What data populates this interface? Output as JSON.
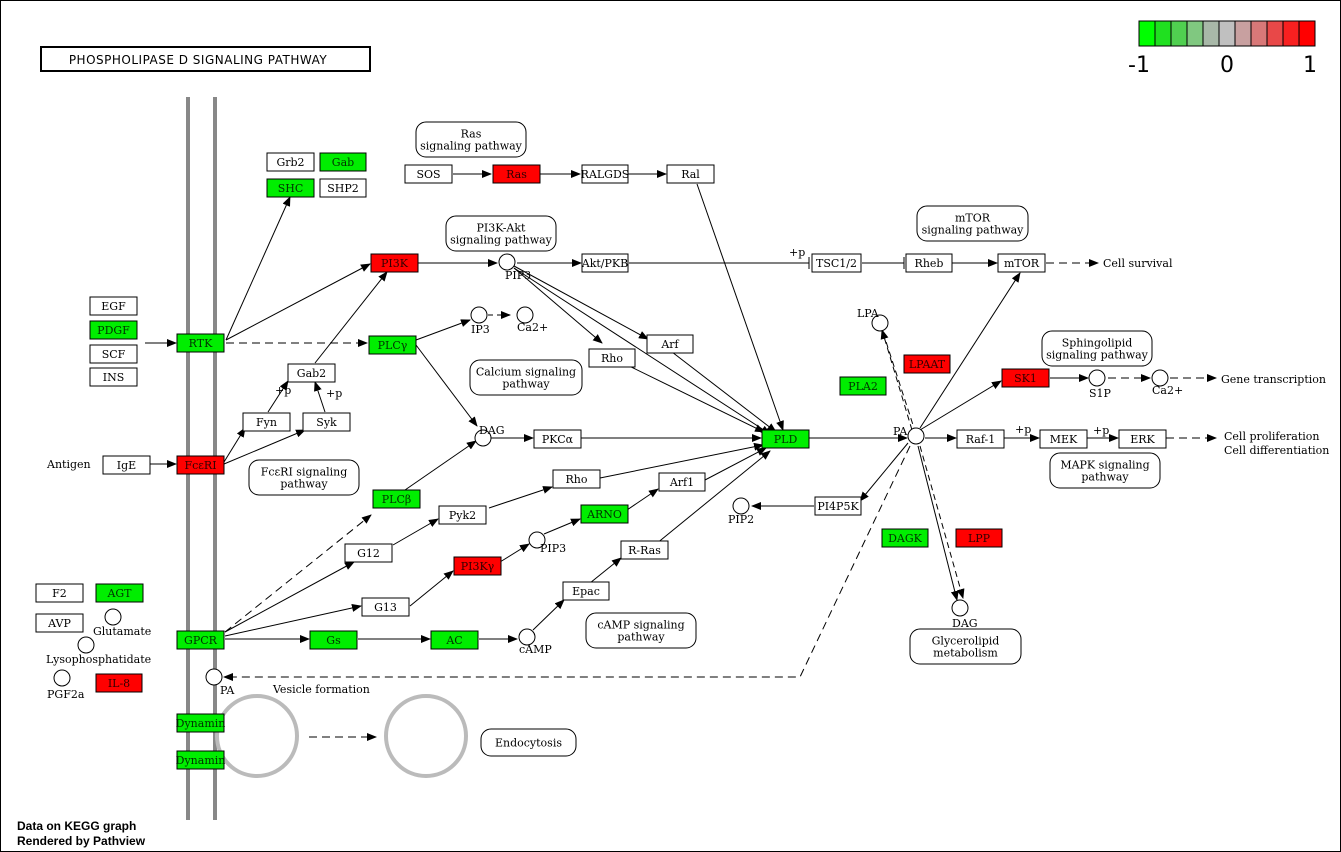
{
  "title": "PHOSPHOLIPASE D SIGNALING PATHWAY",
  "legend": {
    "min_label": "-1",
    "mid_label": "0",
    "max_label": "1",
    "colors": [
      "#00ff00",
      "#20e020",
      "#50d050",
      "#80c880",
      "#a8b8a8",
      "#c0c0c0",
      "#c8a0a0",
      "#d87878",
      "#e84848",
      "#f82020",
      "#ff0000"
    ]
  },
  "footer": {
    "line1": "Data on KEGG graph",
    "line2": "Rendered by Pathview"
  },
  "colors": {
    "up": "#ff0000",
    "down": "#00ee00",
    "none": "#ffffff",
    "membrane": "#888888"
  },
  "genes": [
    {
      "id": "grb2",
      "label": "Grb2",
      "state": "none"
    },
    {
      "id": "gab",
      "label": "Gab",
      "state": "down"
    },
    {
      "id": "shc",
      "label": "SHC",
      "state": "down"
    },
    {
      "id": "shp2",
      "label": "SHP2",
      "state": "none"
    },
    {
      "id": "sos",
      "label": "SOS",
      "state": "none"
    },
    {
      "id": "ras",
      "label": "Ras",
      "state": "up"
    },
    {
      "id": "ralgds",
      "label": "RALGDS",
      "state": "none"
    },
    {
      "id": "ral",
      "label": "Ral",
      "state": "none"
    },
    {
      "id": "pi3k",
      "label": "PI3K",
      "state": "up"
    },
    {
      "id": "aktpkb",
      "label": "Akt/PKB",
      "state": "none"
    },
    {
      "id": "tsc12",
      "label": "TSC1/2",
      "state": "none"
    },
    {
      "id": "rheb",
      "label": "Rheb",
      "state": "none"
    },
    {
      "id": "mtor",
      "label": "mTOR",
      "state": "none"
    },
    {
      "id": "egf",
      "label": "EGF",
      "state": "none"
    },
    {
      "id": "pdgf",
      "label": "PDGF",
      "state": "down"
    },
    {
      "id": "scf",
      "label": "SCF",
      "state": "none"
    },
    {
      "id": "ins",
      "label": "INS",
      "state": "none"
    },
    {
      "id": "rtk",
      "label": "RTK",
      "state": "down"
    },
    {
      "id": "plcg",
      "label": "PLCγ",
      "state": "down"
    },
    {
      "id": "arf_top",
      "label": "Arf",
      "state": "none"
    },
    {
      "id": "rho_top",
      "label": "Rho",
      "state": "none"
    },
    {
      "id": "gab2",
      "label": "Gab2",
      "state": "none"
    },
    {
      "id": "fyn",
      "label": "Fyn",
      "state": "none"
    },
    {
      "id": "syk",
      "label": "Syk",
      "state": "none"
    },
    {
      "id": "ige",
      "label": "IgE",
      "state": "none"
    },
    {
      "id": "fceri",
      "label": "FcεRI",
      "state": "up"
    },
    {
      "id": "pkca",
      "label": "PKCα",
      "state": "none"
    },
    {
      "id": "pld",
      "label": "PLD",
      "state": "down"
    },
    {
      "id": "rho_mid",
      "label": "Rho",
      "state": "none"
    },
    {
      "id": "arf1",
      "label": "Arf1",
      "state": "none"
    },
    {
      "id": "plcb",
      "label": "PLCβ",
      "state": "down"
    },
    {
      "id": "pyk2",
      "label": "Pyk2",
      "state": "none"
    },
    {
      "id": "arno",
      "label": "ARNO",
      "state": "down"
    },
    {
      "id": "g12",
      "label": "G12",
      "state": "none"
    },
    {
      "id": "rras",
      "label": "R-Ras",
      "state": "none"
    },
    {
      "id": "pi3kg",
      "label": "PI3Kγ",
      "state": "up"
    },
    {
      "id": "g13",
      "label": "G13",
      "state": "none"
    },
    {
      "id": "epac",
      "label": "Epac",
      "state": "none"
    },
    {
      "id": "f2",
      "label": "F2",
      "state": "none"
    },
    {
      "id": "agt",
      "label": "AGT",
      "state": "down"
    },
    {
      "id": "avp",
      "label": "AVP",
      "state": "none"
    },
    {
      "id": "gpcr",
      "label": "GPCR",
      "state": "down"
    },
    {
      "id": "gs",
      "label": "Gs",
      "state": "down"
    },
    {
      "id": "ac",
      "label": "AC",
      "state": "down"
    },
    {
      "id": "il8",
      "label": "IL-8",
      "state": "up"
    },
    {
      "id": "dyn1",
      "label": "Dynamin",
      "state": "down"
    },
    {
      "id": "dyn2",
      "label": "Dynamin",
      "state": "down"
    },
    {
      "id": "lpaat",
      "label": "LPAAT",
      "state": "up"
    },
    {
      "id": "pla2",
      "label": "PLA2",
      "state": "down"
    },
    {
      "id": "sk1",
      "label": "SK1",
      "state": "up"
    },
    {
      "id": "raf1",
      "label": "Raf-1",
      "state": "none"
    },
    {
      "id": "mek",
      "label": "MEK",
      "state": "none"
    },
    {
      "id": "erk",
      "label": "ERK",
      "state": "none"
    },
    {
      "id": "pi4p5k",
      "label": "PI4P5K",
      "state": "none"
    },
    {
      "id": "dagk",
      "label": "DAGK",
      "state": "down"
    },
    {
      "id": "lpp",
      "label": "LPP",
      "state": "up"
    }
  ],
  "compounds": [
    {
      "id": "pip3_top",
      "label": "PIP3"
    },
    {
      "id": "ip3",
      "label": "IP3"
    },
    {
      "id": "ca_top",
      "label": "Ca2+"
    },
    {
      "id": "dag_mid",
      "label": "DAG"
    },
    {
      "id": "pip2",
      "label": "PIP2"
    },
    {
      "id": "pip3_low",
      "label": "PIP3"
    },
    {
      "id": "camp",
      "label": "cAMP"
    },
    {
      "id": "glutamate",
      "label": "Glutamate"
    },
    {
      "id": "lysopa",
      "label": "Lysophosphatidate"
    },
    {
      "id": "pgf2a",
      "label": "PGF2a"
    },
    {
      "id": "pa_left",
      "label": "PA"
    },
    {
      "id": "pa_right",
      "label": "PA"
    },
    {
      "id": "lpa",
      "label": "LPA"
    },
    {
      "id": "s1p",
      "label": "S1P"
    },
    {
      "id": "ca_right",
      "label": "Ca2+"
    },
    {
      "id": "dag_right",
      "label": "DAG"
    }
  ],
  "maps": [
    {
      "id": "ras_path",
      "lines": [
        "Ras",
        "signaling pathway"
      ]
    },
    {
      "id": "pi3k_path",
      "lines": [
        "PI3K-Akt",
        "signaling pathway"
      ]
    },
    {
      "id": "mtor_path",
      "lines": [
        "mTOR",
        "signaling pathway"
      ]
    },
    {
      "id": "sphingo_path",
      "lines": [
        "Sphingolipid",
        "signaling pathway"
      ]
    },
    {
      "id": "calcium_path",
      "lines": [
        "Calcium signaling",
        "pathway"
      ]
    },
    {
      "id": "fceri_path",
      "lines": [
        "FcεRI signaling",
        "pathway"
      ]
    },
    {
      "id": "mapk_path",
      "lines": [
        "MAPK signaling",
        "pathway"
      ]
    },
    {
      "id": "camp_path",
      "lines": [
        "cAMP signaling",
        "pathway"
      ]
    },
    {
      "id": "glycero_path",
      "lines": [
        "Glycerolipid",
        "metabolism"
      ]
    },
    {
      "id": "endo_path",
      "lines": [
        "Endocytosis"
      ]
    }
  ],
  "labels": {
    "antigen": "Antigen",
    "cell_survival": "Cell survival",
    "gene_transcription": "Gene transcription",
    "cell_prolif": "Cell proliferation",
    "cell_diff": "Cell differentiation",
    "vesicle": "Vesicle formation",
    "p_tsc": "+p",
    "p_gab2_a": "+p",
    "p_gab2_b": "+p",
    "p_mek": "+p",
    "p_erk": "+p"
  }
}
